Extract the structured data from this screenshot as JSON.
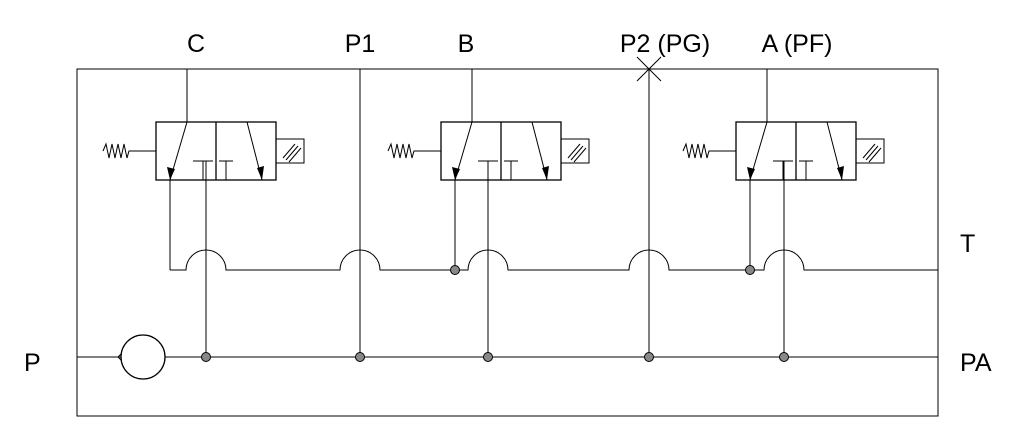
{
  "labels": {
    "port_c": "C",
    "port_p1": "P1",
    "port_b": "B",
    "port_p2": "P2 (PG)",
    "port_a": "A (PF)",
    "port_t": "T",
    "port_p": "P",
    "port_pa": "PA"
  }
}
